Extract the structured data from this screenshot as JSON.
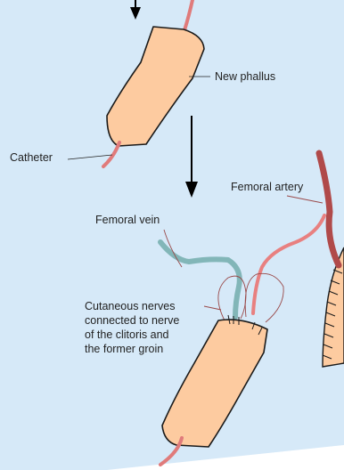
{
  "labels": {
    "new_phallus": "New phallus",
    "catheter": "Catheter",
    "femoral_artery": "Femoral artery",
    "femoral_vein": "Femoral vein",
    "cutaneous_nerves": [
      "Cutaneous nerves",
      "connected to nerve",
      "of the clitoris and",
      "the former groin"
    ]
  },
  "colors": {
    "background_panel": "#d6e9f8",
    "page": "#ffffff",
    "skin": "#fdcba0",
    "outline": "#1a1a1a",
    "catheter": "#e07b7b",
    "artery": "#b04a4a",
    "vein": "#82b6b8",
    "nerve": "#9a4a4a",
    "arrow": "#000000"
  },
  "icons": [
    "arrow-down-icon"
  ]
}
